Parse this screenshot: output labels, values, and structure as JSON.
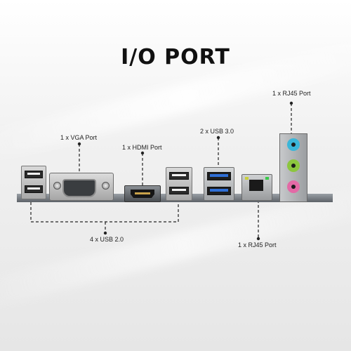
{
  "title": "I/O PORT",
  "labels": {
    "vga": "1 x VGA Port",
    "hdmi": "1 x HDMI Port",
    "usb3": "2 x USB 3.0",
    "rj45_top": "1 x RJ45 Port",
    "rj45_bottom": "1 x RJ45 Port",
    "usb2": "4 x USB 2.0"
  },
  "colors": {
    "usb3_tongue": "#2f6fd6",
    "audio_line_in": "#3ab6d9",
    "audio_line_out": "#8cc63e",
    "audio_mic": "#e36aa6",
    "rj45_led_left": "#c9d13a",
    "rj45_led_right": "#3ac94a"
  }
}
